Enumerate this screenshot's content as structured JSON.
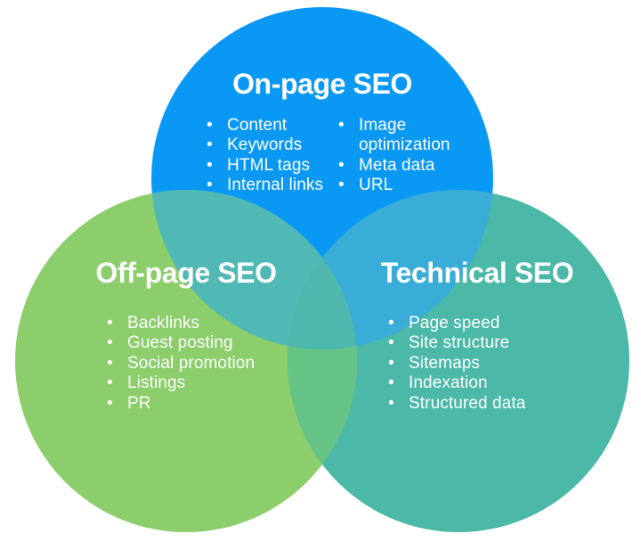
{
  "page": {
    "background_color": "#ffffff",
    "text_color": "#ffffff"
  },
  "venn": {
    "circles": [
      {
        "id": "on-page",
        "title": "On-page SEO",
        "color": "#0999F5",
        "items_col1": [
          "Content",
          "Keywords",
          "HTML tags",
          "Internal links"
        ],
        "items_col2": [
          "Image optimization",
          "Meta data",
          "URL"
        ]
      },
      {
        "id": "off-page",
        "title": "Off-page SEO",
        "color": "#8BCE6B",
        "items": [
          "Backlinks",
          "Guest posting",
          "Social promotion",
          "Listings",
          "PR"
        ]
      },
      {
        "id": "technical",
        "title": "Technical SEO",
        "color": "#4CB9A8",
        "items": [
          "Page speed",
          "Site structure",
          "Sitemaps",
          "Indexation",
          "Structured data"
        ]
      }
    ],
    "overlaps": {
      "onpage_offpage": "#50B8B5",
      "onpage_technical": "#39ACD8",
      "offpage_technical": "#66C386",
      "center": "#4EB7AE"
    }
  }
}
